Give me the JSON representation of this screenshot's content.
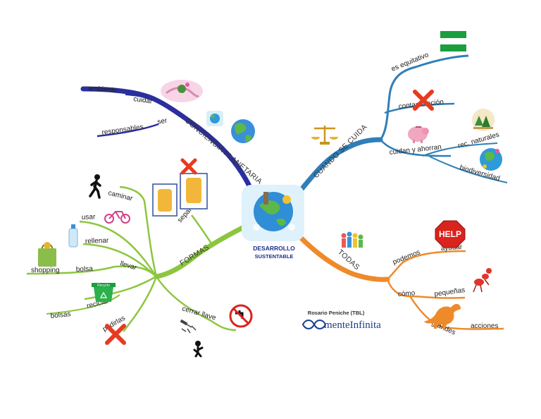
{
  "center": {
    "line1": "DESARROLLO",
    "line2": "SUSTENTABLE"
  },
  "branches": {
    "conciencia": {
      "label": "CONCIENCIA PLANETARIA",
      "color": "#2b2f9e",
      "items": [
        "ambiente",
        "cuidar",
        "ser",
        "responsables"
      ]
    },
    "cuando": {
      "label": "CUANDO SE CUIDA",
      "color": "#2f7fb8",
      "items": [
        "es equitativo",
        "contaminación",
        "cuidan y ahorran",
        "rec. naturales",
        "biodiversidad"
      ]
    },
    "todas": {
      "label": "TODAS",
      "color": "#ef8a2b",
      "items": [
        "podemos",
        "ayudar",
        "cómo",
        "pequeñas",
        "grandes",
        "acciones"
      ]
    },
    "formas": {
      "label": "FORMAS",
      "color": "#8cc63f",
      "items": [
        "separar",
        "caminar",
        "usar",
        "rellenar",
        "llevar",
        "bolsa",
        "shopping",
        "reciclar",
        "bolsas",
        "pedirlas",
        "cerrar llave"
      ]
    }
  },
  "icons": {
    "help_sign": "HELP",
    "recycle_bin": "Recyclo",
    "colors": {
      "equals": "#1b9e3e",
      "cross": "#e83a1f",
      "help": "#d9231d"
    }
  },
  "author": {
    "name": "Rosario Peniche (TBL)",
    "logo": "menteInfinita"
  }
}
